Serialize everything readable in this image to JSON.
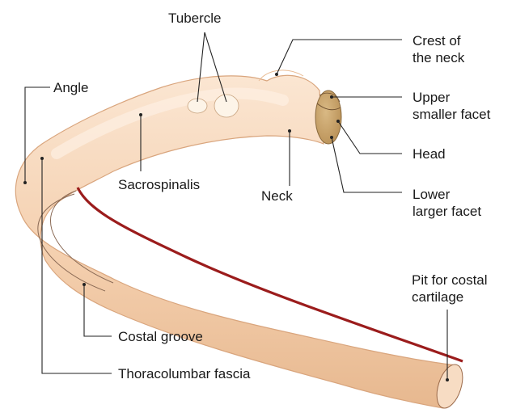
{
  "labels": {
    "tubercle": "Tubercle",
    "crest": [
      "Crest of",
      "the neck"
    ],
    "angle": "Angle",
    "upper_facet": [
      "Upper",
      "smaller facet"
    ],
    "head": "Head",
    "sacrospinalis": "Sacrospinalis",
    "neck": "Neck",
    "lower_facet": [
      "Lower",
      "larger facet"
    ],
    "pit": [
      "Pit for costal",
      "cartilage"
    ],
    "costal_groove": "Costal groove",
    "thoracolumbar": "Thoracolumbar fascia"
  },
  "colors": {
    "bone": "#f6d5b8",
    "bone_shadow": "#e3b08a",
    "facet": "#c9a36a",
    "groove_edge": "#9b1c1c",
    "leader": "#222222"
  }
}
